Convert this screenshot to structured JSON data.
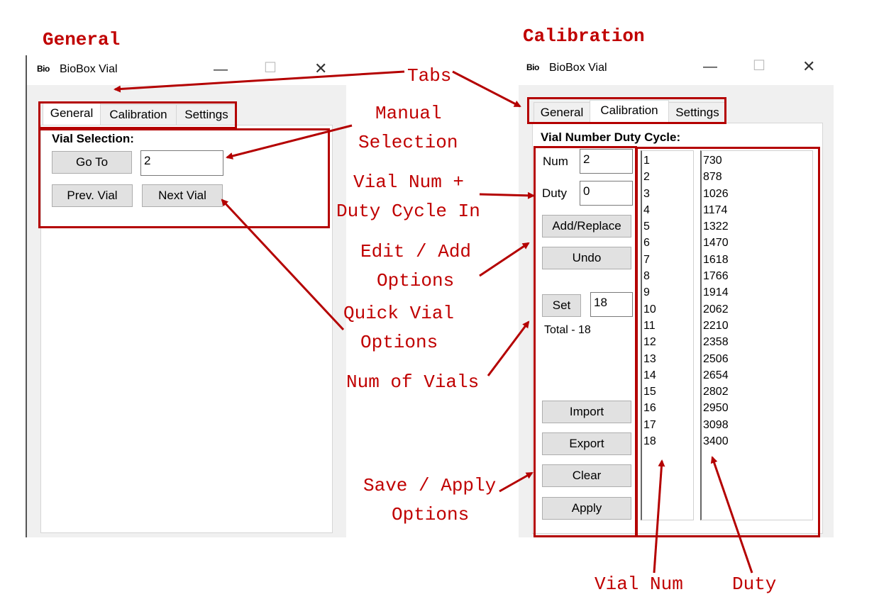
{
  "headings": {
    "general": "General",
    "calibration": "Calibration"
  },
  "window": {
    "title": "BioBox Vial",
    "logo": "Bio",
    "minimize_glyph": "—",
    "maximize_glyph": "☐",
    "close_glyph": "✕"
  },
  "tabs": [
    "General",
    "Calibration",
    "Settings"
  ],
  "general_tab": {
    "section_title": "Vial Selection:",
    "goto_label": "Go To",
    "goto_value": "2",
    "prev_label": "Prev. Vial",
    "next_label": "Next Vial"
  },
  "calibration_tab": {
    "section_title": "Vial Number Duty Cycle:",
    "num_label": "Num",
    "num_value": "2",
    "duty_label": "Duty",
    "duty_value": "0",
    "add_replace_label": "Add/Replace",
    "undo_label": "Undo",
    "set_label": "Set",
    "set_value": "18",
    "total_label": "Total - 18",
    "import_label": "Import",
    "export_label": "Export",
    "clear_label": "Clear",
    "apply_label": "Apply",
    "vial_nums": [
      "1",
      "2",
      "3",
      "4",
      "5",
      "6",
      "7",
      "8",
      "9",
      "10",
      "11",
      "12",
      "13",
      "14",
      "15",
      "16",
      "17",
      "18"
    ],
    "duties": [
      "730",
      "878",
      "1026",
      "1174",
      "1322",
      "1470",
      "1618",
      "1766",
      "1914",
      "2062",
      "2210",
      "2358",
      "2506",
      "2654",
      "2802",
      "2950",
      "3098",
      "3400"
    ]
  },
  "annotations": {
    "tabs": "Tabs",
    "manual_1": "Manual",
    "manual_2": "Selection",
    "vialnum_1": "Vial Num +",
    "vialnum_2": "Duty Cycle In",
    "edit_1": "Edit / Add",
    "edit_2": "Options",
    "quick_1": "Quick Vial",
    "quick_2": "Options",
    "numvials": "Num of Vials",
    "save_1": "Save / Apply",
    "save_2": "Options",
    "vial_num": "Vial Num",
    "duty": "Duty"
  },
  "colors": {
    "annotation_red": "#b40000",
    "window_bg": "#f0f0f0"
  }
}
